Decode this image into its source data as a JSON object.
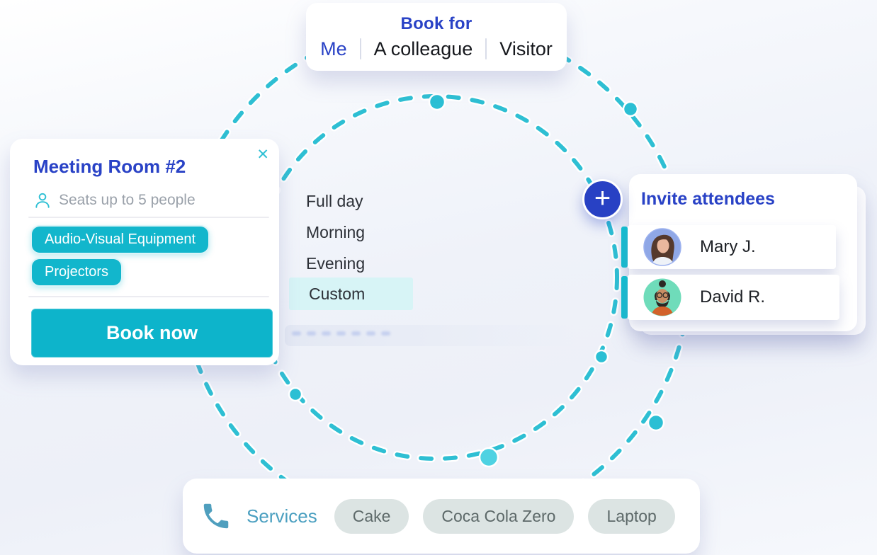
{
  "colors": {
    "accent_blue": "#2942c6",
    "accent_teal": "#12b6cc",
    "dash_teal": "#2ebfd3",
    "highlight_cyan": "#d7f4f6",
    "services_blue": "#4a9fc0"
  },
  "book_for": {
    "title": "Book for",
    "options": [
      {
        "label": "Me",
        "active": true
      },
      {
        "label": "A colleague",
        "active": false
      },
      {
        "label": "Visitor",
        "active": false
      }
    ]
  },
  "room": {
    "title": "Meeting Room #2",
    "close_icon": "✕",
    "person_icon": "person-outline-icon",
    "capacity": "Seats up to 5 people",
    "tags": [
      "Audio-Visual Equipment",
      "Projectors"
    ],
    "book_button": "Book now"
  },
  "times": {
    "options": [
      {
        "label": "Full day",
        "selected": false
      },
      {
        "label": "Morning",
        "selected": false
      },
      {
        "label": "Evening",
        "selected": false
      },
      {
        "label": "Custom",
        "selected": true
      }
    ]
  },
  "attendees": {
    "title": "Invite attendees",
    "add_icon": "+",
    "people": [
      {
        "name": "Mary J."
      },
      {
        "name": "David R."
      }
    ]
  },
  "services": {
    "phone_icon": "phone-handset-icon",
    "label": "Services",
    "items": [
      "Cake",
      "Coca Cola Zero",
      "Laptop"
    ]
  }
}
